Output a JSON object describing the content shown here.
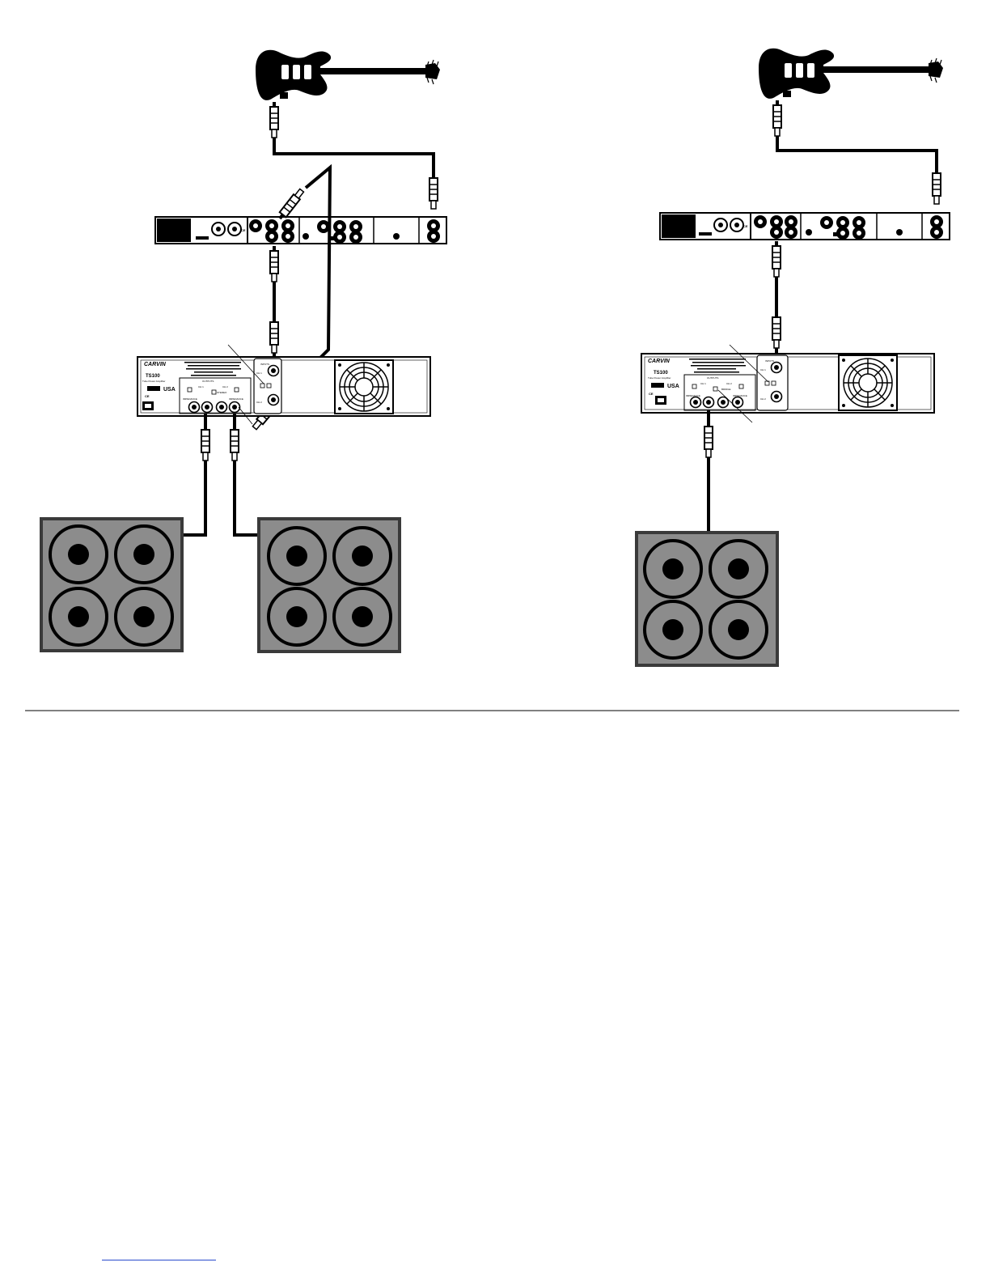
{
  "diagrams": [
    {
      "id": "stereo-two-cabinets",
      "amp_panel": {
        "brand": "CARVIN",
        "model": "TS100",
        "subtitle": "Tube Power Amplifier",
        "inputs_label": "INPUTS",
        "ch1_label": "CH 1",
        "ch2_label": "CH 2",
        "outputs_label": "OUTPUTS",
        "stereo_label": "STEREO",
        "impedance_label": "IMPEDANCE",
        "made_in": "USA"
      }
    },
    {
      "id": "bridged-one-cabinet",
      "amp_panel": {
        "brand": "CARVIN",
        "model": "TS100",
        "subtitle": "Tube Power Amplifier",
        "inputs_label": "INPUTS",
        "ch1_label": "CH 1",
        "ch2_label": "CH 2",
        "outputs_label": "OUTPUTS",
        "stereo_label": "BRIDGE",
        "impedance_label": "IMPEDANCE",
        "made_in": "USA"
      }
    }
  ],
  "colors": {
    "cabinet_fill": "#8c8c8c",
    "cabinet_border": "#3a3a3a",
    "line": "#000000",
    "link": "#1a3cc8"
  }
}
